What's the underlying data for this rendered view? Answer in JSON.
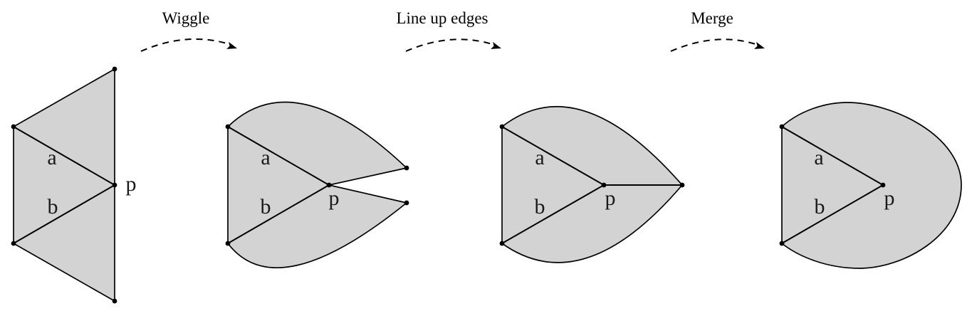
{
  "diagram": {
    "colors": {
      "region_fill": "#d3d3d3",
      "stroke": "#000000",
      "background": "#ffffff"
    },
    "steps": [
      {
        "label": "Wiggle"
      },
      {
        "label": "Line up edges"
      },
      {
        "label": "Merge"
      }
    ],
    "figures": [
      {
        "edge_a": "a",
        "edge_b": "b",
        "point": "p"
      },
      {
        "edge_a": "a",
        "edge_b": "b",
        "point": "p"
      },
      {
        "edge_a": "a",
        "edge_b": "b",
        "point": "p"
      },
      {
        "edge_a": "a",
        "edge_b": "b",
        "point": "p"
      }
    ]
  }
}
